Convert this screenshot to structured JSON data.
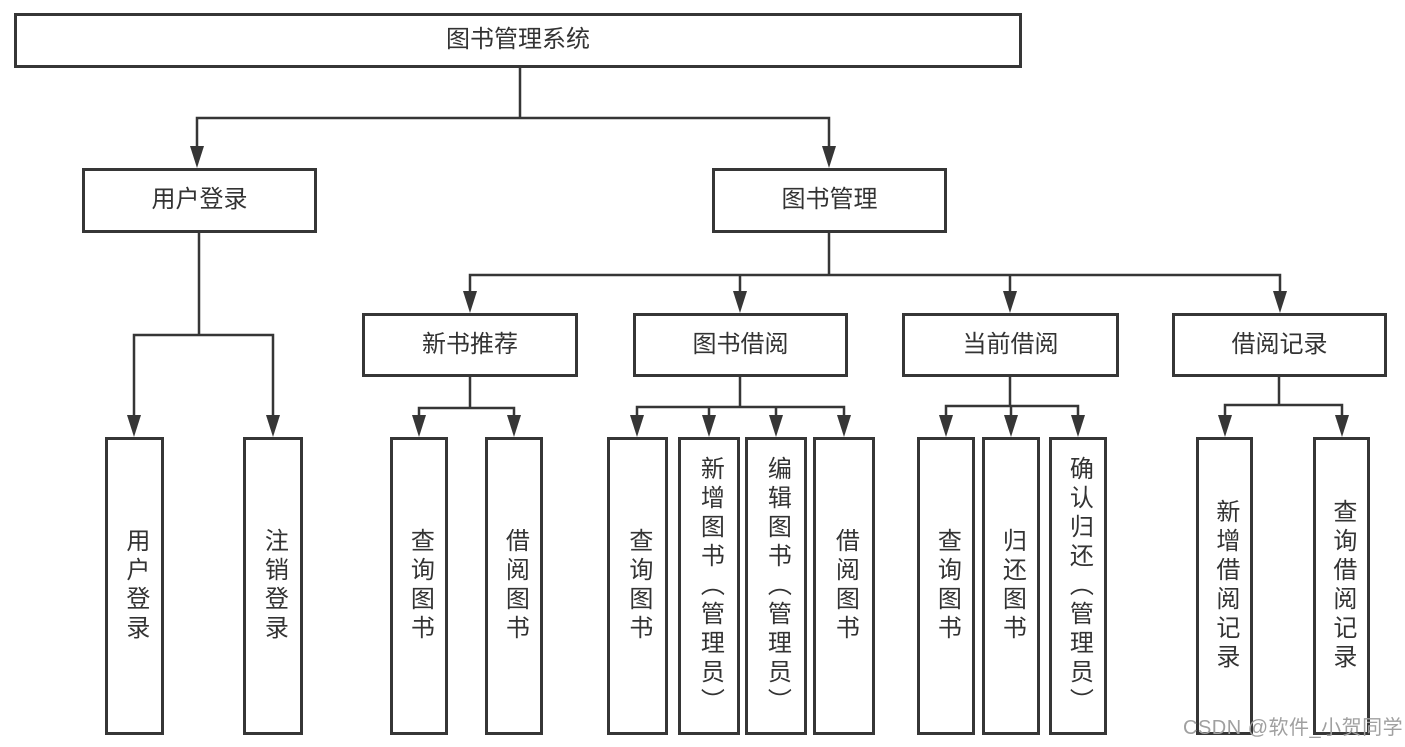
{
  "diagram_title": "图书管理系统",
  "nodes": {
    "root": {
      "label": "图书管理系统"
    },
    "userLogin": {
      "label": "用户登录"
    },
    "bookMgmt": {
      "label": "图书管理"
    },
    "newBookRec": {
      "label": "新书推荐"
    },
    "bookBorrow": {
      "label": "图书借阅"
    },
    "currentBorrow": {
      "label": "当前借阅"
    },
    "borrowRecords": {
      "label": "借阅记录"
    },
    "loginUser": {
      "label": "用户登录"
    },
    "logoutUser": {
      "label": "注销登录"
    },
    "queryBooks1": {
      "label": "查询图书"
    },
    "borrowBooks1": {
      "label": "借阅图书"
    },
    "queryBooks2": {
      "label": "查询图书"
    },
    "addBooks": {
      "label": "新增图书（管理员）"
    },
    "editBooks": {
      "label": "编辑图书（管理员）"
    },
    "borrowBooks2": {
      "label": "借阅图书"
    },
    "queryBooks3": {
      "label": "查询图书"
    },
    "returnBooks": {
      "label": "归还图书"
    },
    "confirmReturn": {
      "label": "确认归还（管理员）"
    },
    "addBorrowRecord": {
      "label": "新增借阅记录"
    },
    "queryBorrowRecord": {
      "label": "查询借阅记录"
    }
  },
  "hierarchy": {
    "root": "图书管理系统",
    "children": [
      {
        "label": "用户登录",
        "children": [
          "用户登录",
          "注销登录"
        ]
      },
      {
        "label": "图书管理",
        "children": [
          {
            "label": "新书推荐",
            "children": [
              "查询图书",
              "借阅图书"
            ]
          },
          {
            "label": "图书借阅",
            "children": [
              "查询图书",
              "新增图书（管理员）",
              "编辑图书（管理员）",
              "借阅图书"
            ]
          },
          {
            "label": "当前借阅",
            "children": [
              "查询图书",
              "归还图书",
              "确认归还（管理员）"
            ]
          },
          {
            "label": "借阅记录",
            "children": [
              "新增借阅记录",
              "查询借阅记录"
            ]
          }
        ]
      }
    ]
  },
  "watermark": {
    "text": "CSDN @软件_小贺同学"
  },
  "colors": {
    "line": "#363636",
    "text": "#333333",
    "watermark": "#a0a0a0",
    "background": "#ffffff"
  }
}
